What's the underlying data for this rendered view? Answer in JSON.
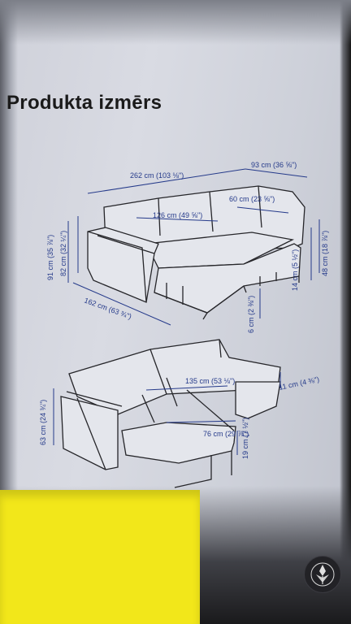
{
  "page": {
    "title": "Produkta izmērs"
  },
  "sofa_top": {
    "total_width": "262 cm (103 ⅛\")",
    "chaise_depth": "93 cm (36 ⅝\")",
    "chaise_width": "60 cm (23 ⅝\")",
    "seat_width": "126 cm (49 ⅝\")",
    "height": "91 cm (35 ⅞\")",
    "back_height": "82 cm (32 ¼\")",
    "depth": "162 cm (63 ¾\")",
    "leg_height": "6 cm (2 ⅜\")",
    "chaise_leg": "14 cm (5 ½\")",
    "chaise_height": "48 cm (18 ⅞\")"
  },
  "sofa_bed": {
    "bed_length": "135 cm (53 ⅛\")",
    "storage_width": "76 cm (29 ⅞\")",
    "storage_depth": "11 cm (4 ⅜\")",
    "arm_height": "63 cm (24 ¾\")",
    "storage_height": "19 cm (7 ½\")"
  },
  "colors": {
    "accent": "#253a8a",
    "note": "#f2e71a"
  },
  "logo_icon": "tree-mandala-icon"
}
